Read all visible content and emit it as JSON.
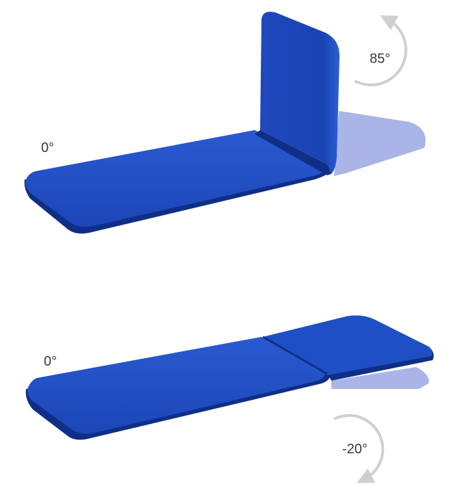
{
  "colors": {
    "cushion_top": "#1f4fc4",
    "cushion_side": "#0f2f86",
    "cushion_edge": "#14389e",
    "ghost_panel": "#aab4e6",
    "arrow": "#cfcfcf",
    "label": "#3a3a3a"
  },
  "labels": {
    "upper_flat_angle": "0°",
    "upper_raised_angle": "85°",
    "lower_flat_angle": "0°",
    "lower_lowered_angle": "-20°"
  }
}
